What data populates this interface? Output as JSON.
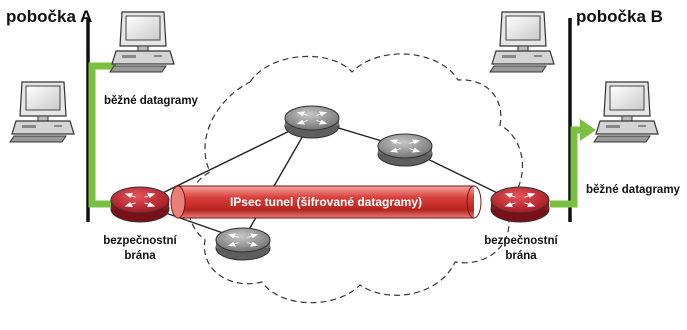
{
  "sites": {
    "left_label": "pobočka A",
    "right_label": "pobočka B"
  },
  "traffic": {
    "left_label": "běžné datagramy",
    "right_label": "běžné datagramy"
  },
  "gateways": {
    "left_line1": "bezpečnostní",
    "left_line2": "brána",
    "right_line1": "bezpečnostní",
    "right_line2": "brána"
  },
  "tunnel": {
    "label": "IPsec tunel (šifrované datagramy)"
  },
  "colors": {
    "lan_bus": "#111111",
    "data_path": "#7bc043",
    "tunnel": "#d9413d",
    "gateway_router": "#c8202c",
    "internet_router": "#8c8c8c",
    "cloud_outline": "#333333"
  },
  "icons": {
    "workstation": "desktop-computer-icon",
    "gateway": "router-icon",
    "internet_node": "router-icon",
    "internet": "cloud-icon"
  }
}
